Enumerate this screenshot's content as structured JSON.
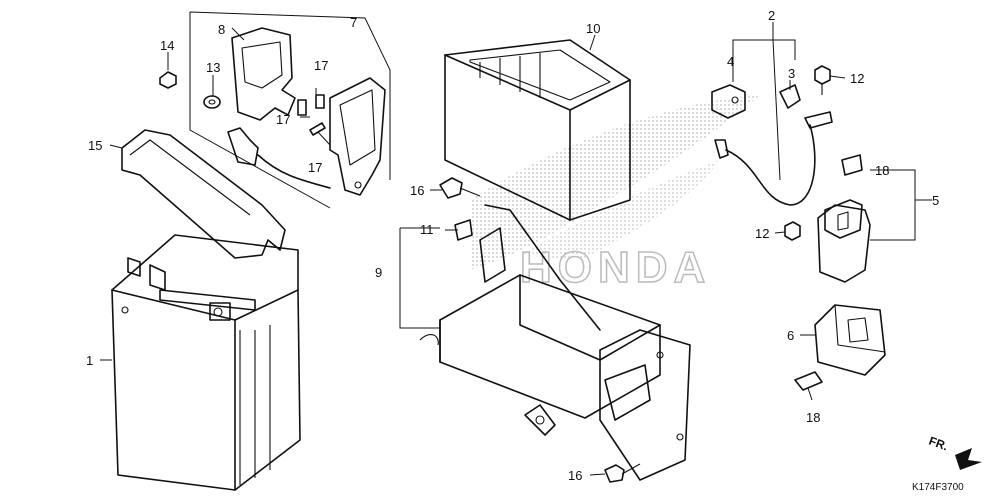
{
  "diagram": {
    "callouts": {
      "c1": "1",
      "c2": "2",
      "c3": "3",
      "c4": "4",
      "c5": "5",
      "c6": "6",
      "c7": "7",
      "c8": "8",
      "c9": "9",
      "c10": "10",
      "c11": "11",
      "c12a": "12",
      "c12b": "12",
      "c13": "13",
      "c14": "14",
      "c15": "15",
      "c16a": "16",
      "c16b": "16",
      "c17a": "17",
      "c17b": "17",
      "c17c": "17",
      "c18a": "18",
      "c18b": "18"
    },
    "diagram_code": "K174F3700",
    "front_marker": "FR.",
    "watermark": "HONDA",
    "colors": {
      "line": "#111111",
      "watermark": "#bbbbbb"
    }
  }
}
